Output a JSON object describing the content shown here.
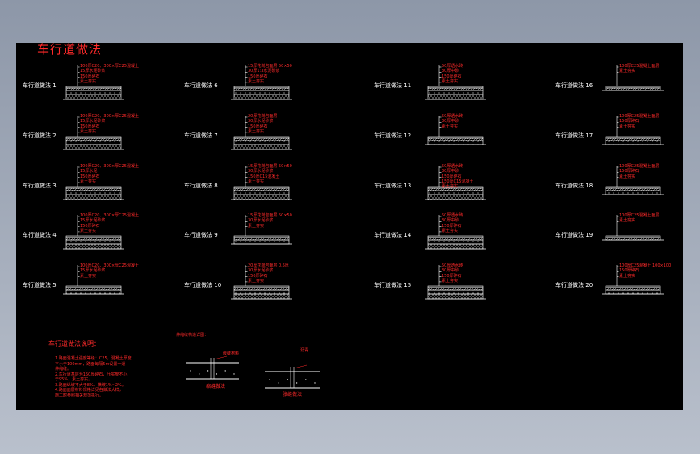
{
  "title": "车行道做法",
  "label_prefix": "车行道做法",
  "items": [
    {
      "n": "1",
      "layers": [
        "100厚C20、300×厚C25混凝土",
        "15厚水泥砂浆",
        "150厚碎石",
        "素土夯实"
      ]
    },
    {
      "n": "2",
      "layers": [
        "100厚C20、300×厚C25混凝土",
        "15厚水泥砂浆",
        "150厚碎石",
        "素土夯实"
      ]
    },
    {
      "n": "3",
      "layers": [
        "100厚C20、300×厚C25混凝土",
        "15厚水泥",
        "150厚碎石",
        "素土夯实"
      ]
    },
    {
      "n": "4",
      "layers": [
        "100厚C20、300×厚C25混凝土",
        "15厚水泥砂浆",
        "150厚碎石",
        "素土夯实"
      ]
    },
    {
      "n": "5",
      "layers": [
        "100厚C20、300×厚C25混凝土",
        "15厚水泥砂浆",
        "素土夯实"
      ]
    },
    {
      "n": "6",
      "layers": [
        "15厚花岗岩面层 50×50",
        "30厚1:3水泥砂浆",
        "150厚碎石",
        "素土夯实"
      ]
    },
    {
      "n": "7",
      "layers": [
        "20厚花岗岩面层",
        "30厚水泥砂浆",
        "150厚碎石",
        "素土夯实"
      ]
    },
    {
      "n": "8",
      "layers": [
        "15厚花岗岩面层 50×50",
        "30厚水泥砂浆",
        "150厚C15混凝土",
        "素土夯实"
      ]
    },
    {
      "n": "9",
      "layers": [
        "15厚花岗岩面层 50×50",
        "30厚水泥砂浆",
        "素土夯实"
      ]
    },
    {
      "n": "10",
      "layers": [
        "20厚花岗岩面层 0.5厚",
        "30厚水泥砂浆",
        "150厚碎石",
        "素土夯实"
      ]
    },
    {
      "n": "11",
      "layers": [
        "50厚透水砖",
        "30厚中砂",
        "150厚碎石",
        "素土夯实"
      ]
    },
    {
      "n": "12",
      "layers": [
        "50厚透水砖",
        "30厚中砂",
        "素土夯实"
      ]
    },
    {
      "n": "13",
      "layers": [
        "50厚透水砖",
        "30厚中砂",
        "150厚碎石",
        "150厚C15混凝土",
        "素土夯实"
      ]
    },
    {
      "n": "14",
      "layers": [
        "50厚透水砖",
        "30厚中砂",
        "150厚碎石",
        "素土夯实"
      ]
    },
    {
      "n": "15",
      "layers": [
        "50厚透水砖",
        "30厚中砂",
        "150厚碎石",
        "素土夯实"
      ]
    },
    {
      "n": "16",
      "layers": [
        "100厚C25混凝土面层",
        "素土夯实"
      ]
    },
    {
      "n": "17",
      "layers": [
        "100厚C25混凝土面层",
        "150厚碎石",
        "素土夯实"
      ]
    },
    {
      "n": "18",
      "layers": [
        "100厚C25混凝土面层",
        "150厚碎石",
        "素土夯实"
      ]
    },
    {
      "n": "19",
      "layers": [
        "100厚C25混凝土面层",
        "素土夯实"
      ]
    },
    {
      "n": "20",
      "layers": [
        "100厚C25混凝土 100×100",
        "150厚碎石",
        "素土夯实"
      ]
    }
  ],
  "notes": {
    "title": "车行道做法说明：",
    "body": "1.路面混凝土强度等级：C25，混凝土厚度\n  不小于100mm，路面每隔5m设置一道\n  伸缩缝。\n2.车行道基层为150厚碎石，压实度不小\n  于95%，素土夯实。\n3.路面纵坡不大于8%，横坡1%~2%。\n4.路面面层材料规格详见各做法大样，\n  施工时参照相关规范执行。"
  },
  "detail_title": "伸缩缝构造详图：",
  "captions": [
    "缩缝做法",
    "胀缝做法"
  ],
  "detail_notes": [
    "嵌缝材料",
    "沥青"
  ],
  "colors": {
    "frame_bg": "#8d97a8",
    "canvas_bg": "#000000",
    "annotation": "#ff2a2a",
    "lines": "#ffffff"
  }
}
